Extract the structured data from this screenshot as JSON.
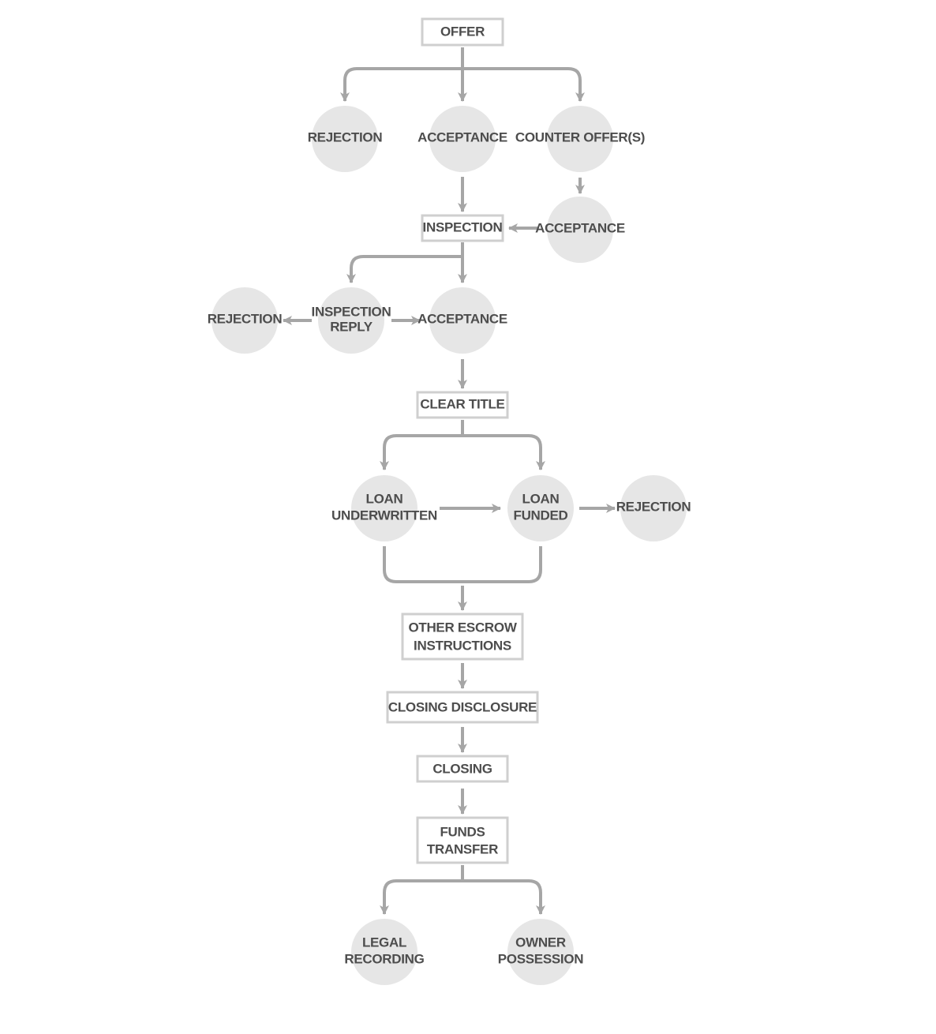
{
  "nodes": {
    "offer": "OFFER",
    "rejection_1": "REJECTION",
    "acceptance_1": "ACCEPTANCE",
    "counter_offers": "COUNTER OFFER(S)",
    "acceptance_2": "ACCEPTANCE",
    "inspection": "INSPECTION",
    "rejection_2": "REJECTION",
    "inspection_reply_line1": "INSPECTION",
    "inspection_reply_line2": "REPLY",
    "acceptance_3": "ACCEPTANCE",
    "clear_title": "CLEAR TITLE",
    "loan_underwritten_line1": "LOAN",
    "loan_underwritten_line2": "UNDERWRITTEN",
    "loan_funded_line1": "LOAN",
    "loan_funded_line2": "FUNDED",
    "rejection_3": "REJECTION",
    "other_escrow_line1": "OTHER ESCROW",
    "other_escrow_line2": "INSTRUCTIONS",
    "closing_disclosure": "CLOSING DISCLOSURE",
    "closing": "CLOSING",
    "funds_transfer_line1": "FUNDS",
    "funds_transfer_line2": "TRANSFER",
    "legal_recording_line1": "LEGAL",
    "legal_recording_line2": "RECORDING",
    "owner_possession_line1": "OWNER",
    "owner_possession_line2": "POSSESSION"
  },
  "colors": {
    "circle_fill": "#e6e6e6",
    "box_border": "#cfcfcf",
    "connector": "#a6a6a6",
    "text": "#4d4d4d"
  }
}
